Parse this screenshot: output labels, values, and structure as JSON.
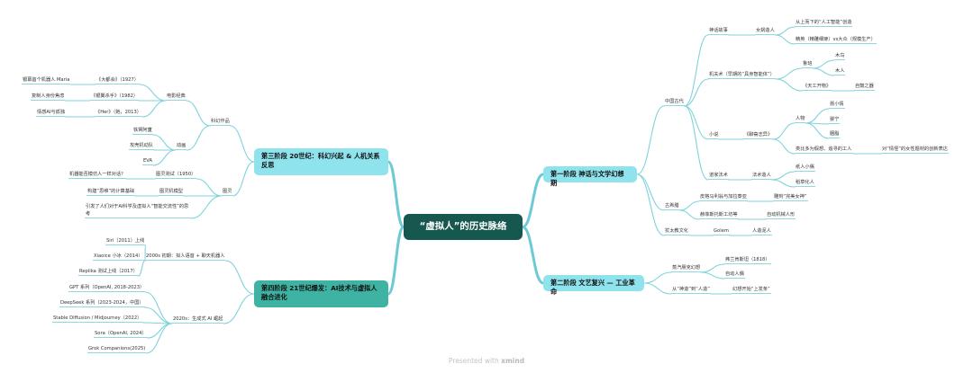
{
  "root": "“虚拟人”的历史脉络",
  "footer": {
    "presented_with": "Presented with",
    "brand": "xmind"
  },
  "branches": [
    {
      "id": "s1",
      "title": "第一阶段 神话与文学幻想期",
      "children": [
        {
          "id": "s1a",
          "label": "中国古代",
          "children": [
            {
              "id": "s1a1",
              "label": "神话故事",
              "children": [
                {
                  "id": "s1a1a",
                  "label": "女娲造人",
                  "children": [
                    {
                      "id": "s1a1a1",
                      "label": "从上而下的“人工智能”创造"
                    },
                    {
                      "id": "s1a1a2",
                      "label": "精英（精雕细琢）vs大众（规模生产）"
                    }
                  ]
                }
              ]
            },
            {
              "id": "s1a2",
              "label": "机关术（早期的“具身智能体”）",
              "children": [
                {
                  "id": "s1a2a",
                  "label": "鲁班",
                  "children": [
                    {
                      "id": "s1a2a1",
                      "label": "木鸟"
                    },
                    {
                      "id": "s1a2a2",
                      "label": "木人"
                    }
                  ]
                },
                {
                  "id": "s1a2b",
                  "label": "《天工开物》",
                  "children": [
                    {
                      "id": "s1a2b1",
                      "label": "自鼓之器"
                    }
                  ]
                }
              ]
            },
            {
              "id": "s1a3",
              "label": "小说",
              "children": [
                {
                  "id": "s1a3a",
                  "label": "《聊斋志异》",
                  "children": [
                    {
                      "id": "s1a3a1",
                      "label": "人物",
                      "children": [
                        {
                          "id": "s1a3a1a",
                          "label": "聂小倩"
                        },
                        {
                          "id": "s1a3a1b",
                          "label": "婴宁"
                        },
                        {
                          "id": "s1a3a1c",
                          "label": "胭脂"
                        }
                      ]
                    },
                    {
                      "id": "s1a3a2",
                      "label": "类比多为假想、追寻的工人",
                      "children": [
                        {
                          "id": "s1a3a2a",
                          "label": "对“情怪”的女性题材的创新表达"
                        }
                      ]
                    }
                  ]
                }
              ]
            },
            {
              "id": "s1a4",
              "label": "道家法术",
              "children": [
                {
                  "id": "s1a4a",
                  "label": "法术造人",
                  "children": [
                    {
                      "id": "s1a4a1",
                      "label": "纸人小儒"
                    },
                    {
                      "id": "s1a4a2",
                      "label": "稻草化人"
                    }
                  ]
                }
              ]
            }
          ]
        },
        {
          "id": "s1b",
          "label": "古希腊",
          "children": [
            {
              "id": "s1b1",
              "label": "皮格马利翁与加拉泰亚",
              "children": [
                {
                  "id": "s1b1a",
                  "label": "雕刻“完美女神”"
                }
              ]
            },
            {
              "id": "s1b2",
              "label": "赫菲斯托斯工坊等",
              "children": [
                {
                  "id": "s1b2a",
                  "label": "自动机械人形"
                }
              ]
            }
          ]
        },
        {
          "id": "s1c",
          "label": "犹太教文化",
          "children": [
            {
              "id": "s1c1",
              "label": "Golem",
              "children": [
                {
                  "id": "s1c1a",
                  "label": "人造泥人"
                }
              ]
            }
          ]
        }
      ]
    },
    {
      "id": "s2",
      "title": "第二阶段 文艺复兴 — 工业革命",
      "children": [
        {
          "id": "s2a",
          "label": "蒸汽朋克幻想",
          "children": [
            {
              "id": "s2a1",
              "label": "弗兰肯斯坦（1818）"
            },
            {
              "id": "s2a2",
              "label": "自动人偶"
            }
          ]
        },
        {
          "id": "s2b",
          "label": "从“神造”到“人造”",
          "children": [
            {
              "id": "s2b1",
              "label": "幻想开始“上发条”"
            }
          ]
        }
      ]
    },
    {
      "id": "s3",
      "title": "第三阶段 20世纪：科幻兴起 & 人机关系反思",
      "children": [
        {
          "id": "s3a",
          "label": "科幻作品",
          "children": [
            {
              "id": "s3a1",
              "label": "电影经典",
              "children": [
                {
                  "id": "s3a1a",
                  "label": "《大都会》（1927）",
                  "children": [
                    {
                      "id": "s3a1a1",
                      "label": "银幕首个机器人 Maria"
                    }
                  ]
                },
                {
                  "id": "s3a1b",
                  "label": "《银翼杀手》（1982）",
                  "children": [
                    {
                      "id": "s3a1b1",
                      "label": "复制人身份焦虑"
                    }
                  ]
                },
                {
                  "id": "s3a1c",
                  "label": "《Her》（她，2013）",
                  "children": [
                    {
                      "id": "s3a1c1",
                      "label": "情感AI与孤独"
                    }
                  ]
                }
              ]
            },
            {
              "id": "s3a2",
              "label": "动画",
              "children": [
                {
                  "id": "s3a2a",
                  "label": "铁臂阿童"
                },
                {
                  "id": "s3a2b",
                  "label": "攻壳机动队"
                },
                {
                  "id": "s3a2c",
                  "label": "EVA"
                }
              ]
            }
          ]
        },
        {
          "id": "s3b",
          "label": "图灵",
          "children": [
            {
              "id": "s3b1",
              "label": "图灵测试（1950）",
              "children": [
                {
                  "id": "s3b1a",
                  "label": "机器能否模仿人一样对话？"
                }
              ]
            },
            {
              "id": "s3b2",
              "label": "图灵机模型",
              "children": [
                {
                  "id": "s3b2a",
                  "label": "构建“思维”的计算基础"
                }
              ]
            },
            {
              "id": "s3b3",
              "label": "引发了人们对于AI科学及虚拟人“智能交流性”的思考"
            }
          ]
        }
      ]
    },
    {
      "id": "s4",
      "title": "第四阶段 21世纪爆发：AI技术与虚拟人融合进化",
      "children": [
        {
          "id": "s4a",
          "label": "2000s 初期：拟人语音 + 聊天机器人",
          "children": [
            {
              "id": "s4a1",
              "label": "Siri（2011）上线"
            },
            {
              "id": "s4a2",
              "label": "Xiaoice 小冰（2014）"
            },
            {
              "id": "s4a3",
              "label": "Replika 测试上线（2017）"
            }
          ]
        },
        {
          "id": "s4b",
          "label": "2020s：生成式 AI 崛起",
          "children": [
            {
              "id": "s4b1",
              "label": "GPT 系列（OpenAI, 2018-2023）"
            },
            {
              "id": "s4b2",
              "label": "DeepSeek 系列（2023-2024，中国）"
            },
            {
              "id": "s4b3",
              "label": "Stable Diffusion / Midjourney（2022）"
            },
            {
              "id": "s4b4",
              "label": "Sora（OpenAI, 2024）"
            },
            {
              "id": "s4b5",
              "label": "Grok Companions(2025)"
            }
          ]
        }
      ]
    }
  ]
}
